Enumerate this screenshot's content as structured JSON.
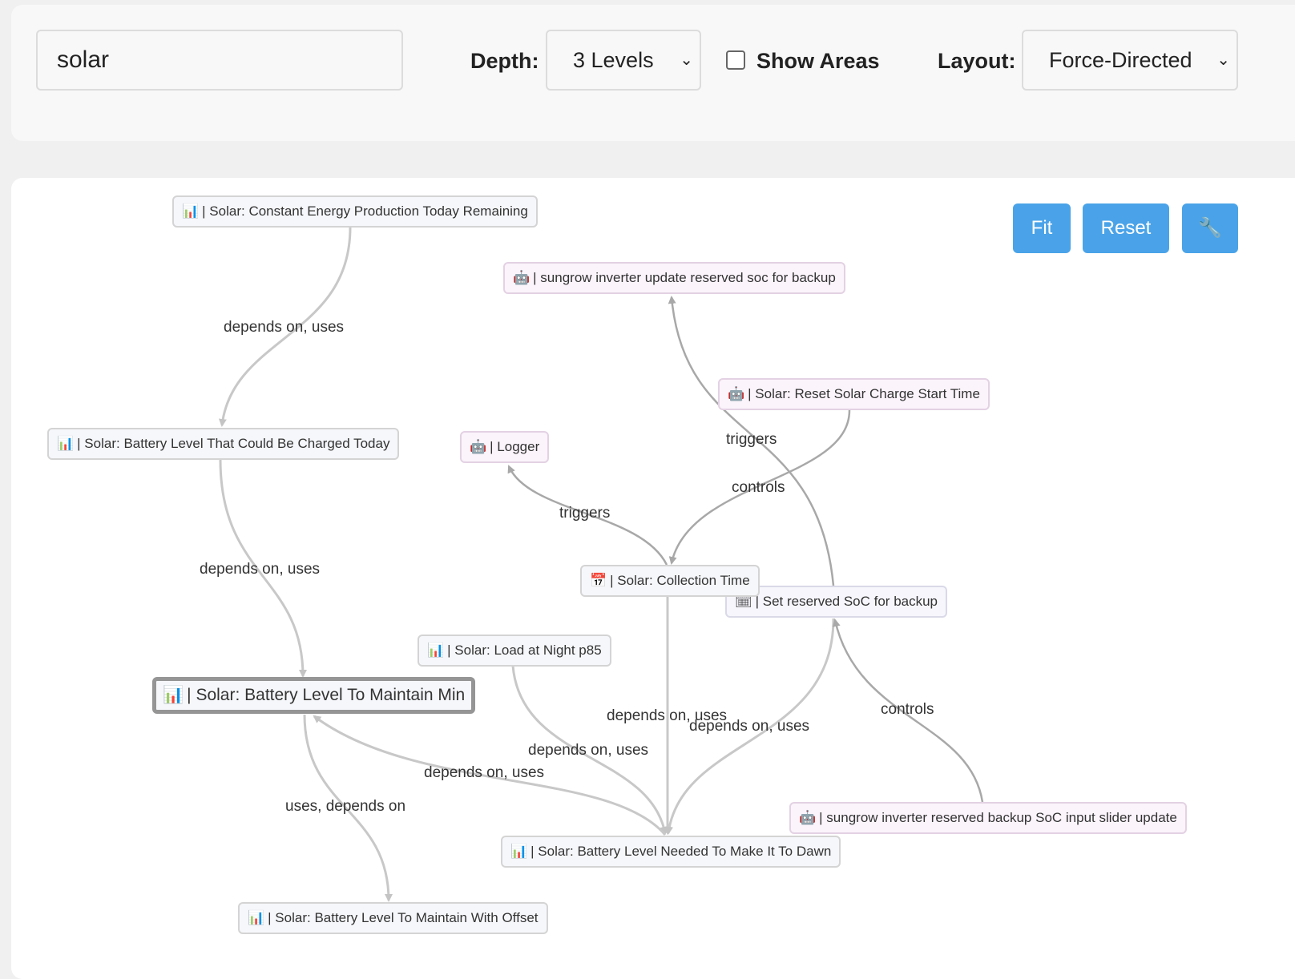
{
  "search": {
    "value": "solar"
  },
  "depth": {
    "label": "Depth:",
    "value": "3 Levels"
  },
  "areas": {
    "label": "Show Areas",
    "checked": false
  },
  "layout": {
    "label": "Layout:",
    "value": "Force-Directed"
  },
  "buttons": {
    "fit": "Fit",
    "reset": "Reset",
    "tool_icon": "wrench-icon"
  },
  "icons": {
    "sensor": "📊",
    "automation": "🤖",
    "calendar": "📅",
    "calendar2": "🗓"
  },
  "nodes": {
    "const_energy": "| Solar: Constant Energy Production Today Remaining",
    "sungrow_update": "| sungrow inverter update reserved soc for backup",
    "reset_charge": "| Solar: Reset Solar Charge Start Time",
    "logger": "| Logger",
    "charged_today": "| Solar: Battery Level That Could Be Charged Today",
    "collection_time": "| Solar: Collection Time",
    "set_reserved": "| Set reserved SoC for backup",
    "load_night": "| Solar: Load at Night p85",
    "maintain_min": "| Solar: Battery Level To Maintain Min",
    "slider_update": "| sungrow inverter reserved backup SoC input slider update",
    "needed_dawn": "| Solar: Battery Level Needed To Make It To Dawn",
    "maintain_offset": "| Solar: Battery Level To Maintain With Offset"
  },
  "edge_labels": {
    "e1": "depends on, uses",
    "e2": "depends on, uses",
    "e3": "triggers",
    "e4": "controls",
    "e5": "triggers",
    "e6": "depends on, uses",
    "e7": "depends on, uses",
    "e8": "depends on, uses",
    "e9": "depends on, uses",
    "e10": "controls",
    "e11": "uses, depends on"
  },
  "colors": {
    "accent": "#4aa3e8",
    "edge": "#c8c8c8",
    "edge_dark": "#a8a8a8",
    "selected_border": "#959595"
  }
}
